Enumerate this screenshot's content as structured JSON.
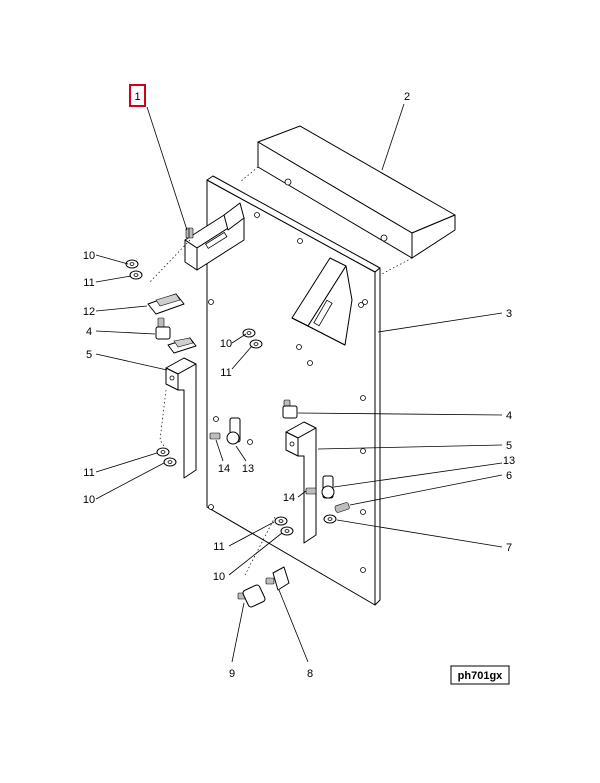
{
  "diagram_id": "ph701gx",
  "highlighted_callout": "1",
  "highlight_color": "#d0021b",
  "callouts": {
    "c1": "1",
    "c2": "2",
    "c3": "3",
    "c4a": "4",
    "c4b": "4",
    "c5a": "5",
    "c5b": "5",
    "c6": "6",
    "c7": "7",
    "c8": "8",
    "c9": "9",
    "c10a": "10",
    "c10b": "10",
    "c10c": "10",
    "c10d": "10",
    "c11a": "11",
    "c11b": "11",
    "c11c": "11",
    "c11d": "11",
    "c12": "12",
    "c13a": "13",
    "c13b": "13",
    "c14a": "14",
    "c14b": "14"
  }
}
